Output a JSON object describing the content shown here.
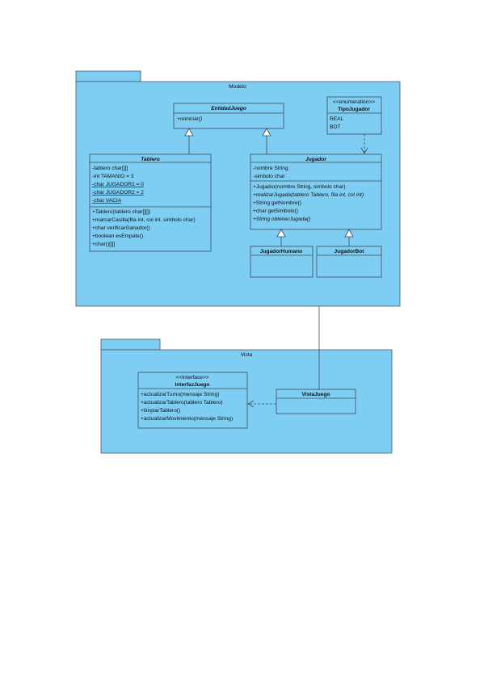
{
  "packages": {
    "modelo": {
      "label": "Modelo"
    },
    "vista": {
      "label": "Vista"
    }
  },
  "classes": {
    "entidad_juego": {
      "name": "EntidadJuego",
      "methods": [
        "+reiniciar()"
      ]
    },
    "tipo_jugador": {
      "stereotype": "<<enumeration>>",
      "name": "TipoJugador",
      "literals": [
        "REAL",
        "BOT"
      ]
    },
    "tablero": {
      "name": "Tablero",
      "attributes": [
        "-tablero char[][]",
        "-int TAMANIO = 3",
        "-char JUGADOR1 = 0",
        "-char JUGADOR2 = 2",
        "-char VACIA"
      ],
      "methods": [
        "+Tablero(tablero char[][])",
        "+marcarCasilla(fila int, col int, simbolo char)",
        "+char verificarGanador()",
        "+boolean esEmpate()",
        "+char()[][]"
      ]
    },
    "jugador": {
      "name": "Jugador",
      "attributes": [
        "-nombre String",
        "-simbolo char"
      ],
      "methods": [
        "+Jugador(nombre String, simbolo char)",
        "+realizarJugada(tablero Tablero, fila int, col int)",
        "+String getNombre()",
        "+char getSimbolo()",
        "+String obtenerJugada()"
      ]
    },
    "jugador_humano": {
      "name": "JugadorHumano"
    },
    "jugador_bot": {
      "name": "JugadorBot"
    },
    "interfaz_juego": {
      "stereotype": "<<Interface>>",
      "name": "InterfazJuego",
      "methods": [
        "+actualizarTurno(mensaje String)",
        "+actualizarTablero(tablero Tablero)",
        "+limpiarTablero()",
        "+actualizarMovimiento(mensaje String)"
      ]
    },
    "vista_juego": {
      "name": "VistaJuego"
    }
  },
  "colors": {
    "fill": "#7ecdf2",
    "stroke": "#3c4a55"
  }
}
